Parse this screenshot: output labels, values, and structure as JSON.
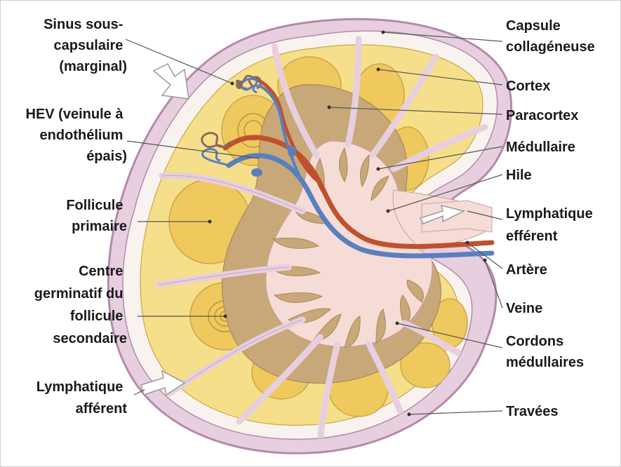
{
  "labels": {
    "sinus_sous_capsulaire": [
      "Sinus sous-",
      "capsulaire",
      "(marginal)"
    ],
    "hev": [
      "HEV (veinule à",
      "endothélium",
      "épais)"
    ],
    "follicule_primaire": [
      "Follicule",
      "primaire"
    ],
    "centre_germinatif": [
      "Centre",
      "germinatif du",
      "follicule",
      "secondaire"
    ],
    "lymphatique_afferent": [
      "Lymphatique",
      "afférent"
    ],
    "capsule": [
      "Capsule",
      "collagéneuse"
    ],
    "cortex": "Cortex",
    "paracortex": "Paracortex",
    "medullaire": "Médullaire",
    "hile": "Hile",
    "lymphatique_efferent": [
      "Lymphatique",
      "efférent"
    ],
    "artere": "Artère",
    "veine": "Veine",
    "cordons_medullaires": [
      "Cordons",
      "médullaires"
    ],
    "travees": "Travées"
  },
  "colors": {
    "capsule": "#e7cfe0",
    "capsule_stroke": "#b48aa8",
    "sinus": "#f8f3ee",
    "cortex": "#f6df8a",
    "follicle": "#efc95e",
    "paracortex": "#c8a878",
    "medulla": "#f6dcd6",
    "artery": "#c0502e",
    "vein": "#5a7fc0",
    "leader": "#555555"
  }
}
